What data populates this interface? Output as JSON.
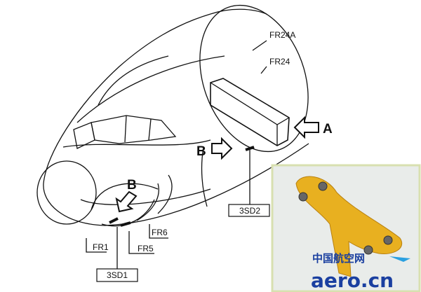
{
  "labels": {
    "fr24a": "FR24A",
    "fr24": "FR24",
    "arrow_a": "A",
    "arrow_b_side": "B",
    "arrow_b_bottom": "B",
    "sd2": "3SD2",
    "sd1": "3SD1",
    "fr1": "FR1",
    "fr5": "FR5",
    "fr6": "FR6"
  },
  "watermark": {
    "chinese": "中国航空网",
    "latin": "aero.cn"
  },
  "colors": {
    "bracket": "#e8b020",
    "watermark": "#1a3fa0",
    "photo_border": "#d8e0b0"
  }
}
